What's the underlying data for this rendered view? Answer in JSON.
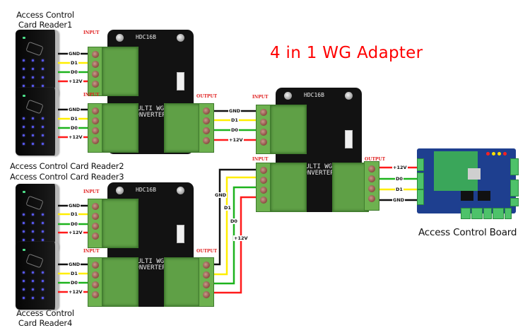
{
  "title": "4 in 1 WG Adapter",
  "readers": [
    {
      "caption_line1": "Access Control",
      "caption_line2": "Card Reader1"
    },
    {
      "caption": "Access Control Card Reader2"
    },
    {
      "caption": "Access Control Card Reader3"
    },
    {
      "caption_line1": "Access Control",
      "caption_line2": "Card Reader4"
    }
  ],
  "modules": [
    {
      "model": "HDC16B",
      "name_line1": "MULTI WG",
      "name_line2": "CONVERTER"
    },
    {
      "model": "HDC16B",
      "name_line1": "MULTI WG",
      "name_line2": "CONVERTER"
    },
    {
      "model": "HDC16B",
      "name_line1": "MULTI WG",
      "name_line2": "CONVERTER"
    }
  ],
  "port_labels": {
    "input": "INPUT",
    "output": "OUTPUT"
  },
  "pin_labels": {
    "input": "GND D1 D0 +12V",
    "output": "+12V D0 D1 GND"
  },
  "wire_labels": {
    "gnd": "GND",
    "d1": "D1",
    "d0": "D0",
    "v12": "+12V"
  },
  "wire_colors": {
    "gnd": "#111111",
    "d1": "#ffee00",
    "d0": "#1db31d",
    "v12": "#ff1a1a"
  },
  "board_caption": "Access Control Board",
  "title_color": "#ff0000"
}
